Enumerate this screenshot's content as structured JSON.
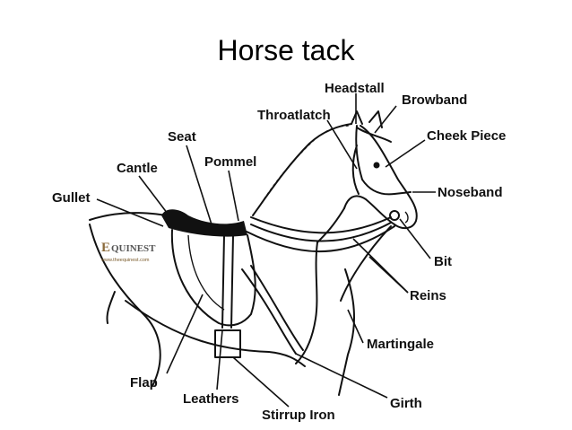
{
  "title": "Horse tack",
  "labels": {
    "headstall": "Headstall",
    "browband": "Browband",
    "throatlatch": "Throatlatch",
    "cheek_piece": "Cheek Piece",
    "seat": "Seat",
    "pommel": "Pommel",
    "cantle": "Cantle",
    "noseband": "Noseband",
    "gullet": "Gullet",
    "bit": "Bit",
    "reins": "Reins",
    "martingale": "Martingale",
    "flap": "Flap",
    "leathers": "Leathers",
    "girth": "Girth",
    "stirrup_iron": "Stirrup Iron"
  },
  "logo": {
    "e": "E",
    "name": "QUINEST",
    "url": "www.theequinest.com"
  }
}
